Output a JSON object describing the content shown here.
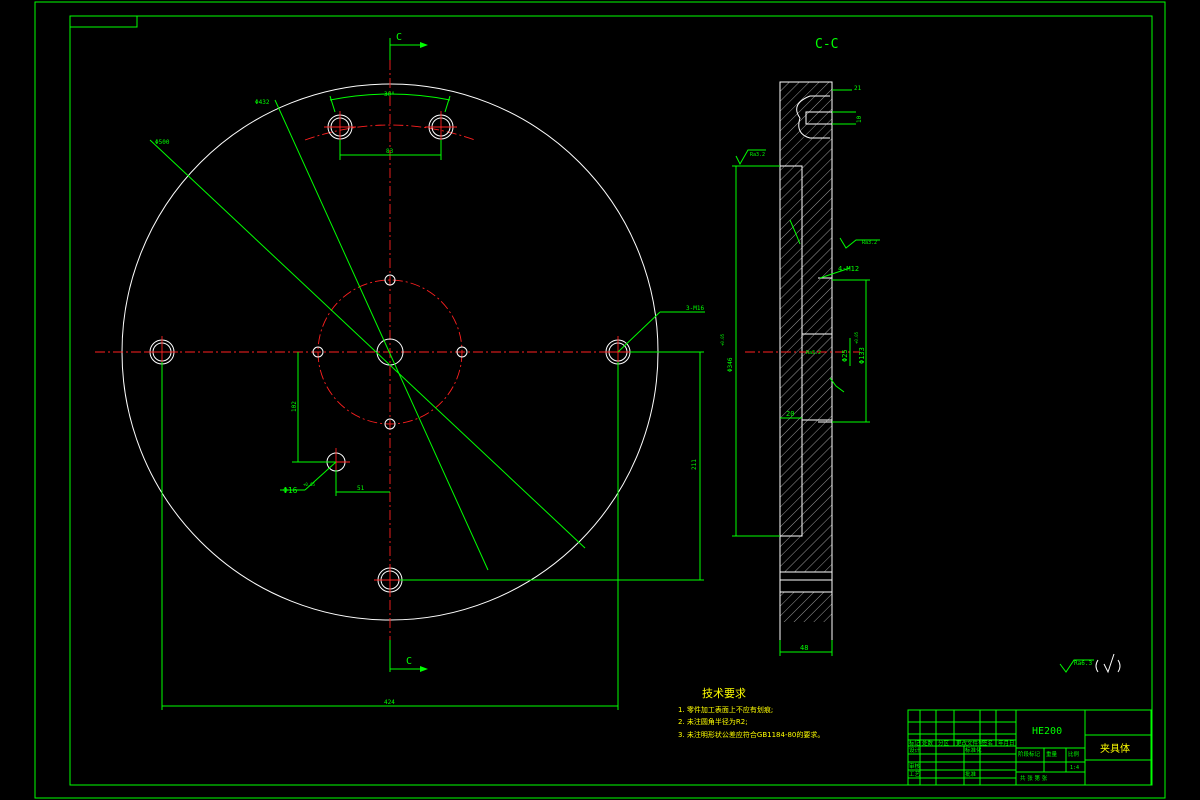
{
  "section_label": "C-C",
  "section_marks": {
    "top": "C",
    "bottom": "C"
  },
  "dimensions": {
    "d_outer": "Φ500",
    "d_bolt": "Φ432",
    "angle_top": "30°",
    "chord_top": "83",
    "holes_thread": "3-M16",
    "offset_v": "102",
    "offset_h": "51",
    "hole_small": "Φ16",
    "hole_small_tol": "+0.05",
    "height_right": "211",
    "width_bottom": "424",
    "sect_top_dim": "21",
    "sect_small_dim": "10",
    "sect_d346": "Φ346",
    "sect_d346_tol": "+0.05",
    "sect_m12": "4-M12",
    "sect_d133": "Φ133",
    "sect_d133_tol": "+0.05",
    "sect_d25": "Φ25",
    "sect_20": "20",
    "sect_48": "48"
  },
  "roughness": {
    "general": "Ra6.3",
    "face": "Ra3.2"
  },
  "tech_requirements": {
    "heading": "技术要求",
    "items": [
      "1. 零件加工表面上不应有划痕;",
      "2. 未注圆角半径为R2;",
      "3. 未注明形状公差应符合GB1184-80的要求。"
    ]
  },
  "title_block": {
    "model": "HE200",
    "part_name": "夹具体",
    "labels": [
      "标记",
      "处数",
      "分区",
      "更改文件号",
      "签名",
      "年月日",
      "设计",
      "标准化",
      "审核",
      "工艺",
      "批准",
      "阶段标记",
      "重量",
      "比例",
      "共 张 第 张"
    ],
    "scale": "1:4"
  }
}
